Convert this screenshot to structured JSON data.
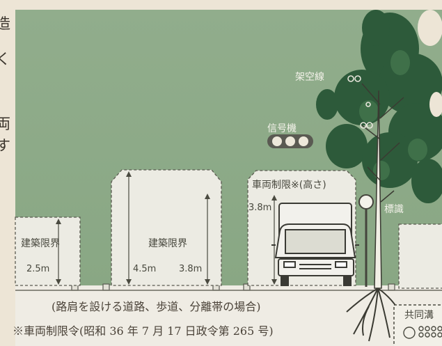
{
  "page": {
    "left_edge_chars": [
      "造",
      "く",
      "両",
      "す"
    ],
    "caption": "(路肩を設ける道路、歩道、分離帯の場合)",
    "footnote": "※車両制限令(昭和 36 年 7 月 17 日政令第 265 号)"
  },
  "labels": {
    "overhead_lines": "架空線",
    "traffic_signal": "信号機",
    "vehicle_limit": "車両制限※(高さ)",
    "vehicle_limit_height": "3.8m",
    "sign": "標識",
    "building_limit_left": "建築限界",
    "building_limit_left_height": "2.5m",
    "building_limit_center": "建築限界",
    "building_limit_center_height_a": "4.5m",
    "building_limit_center_height_b": "3.8m",
    "utility_tunnel": "共同溝"
  },
  "colors": {
    "sky": "#8fac8a",
    "clearance_fill": "#ecebe3",
    "tree_foliage": "#2f5a3c",
    "road": "#f0eee6",
    "paper": "#ede5d6"
  },
  "icons": [
    "signal-lights",
    "overhead-wire-insulators",
    "road-sign",
    "tree",
    "truck",
    "utility-pipes"
  ]
}
